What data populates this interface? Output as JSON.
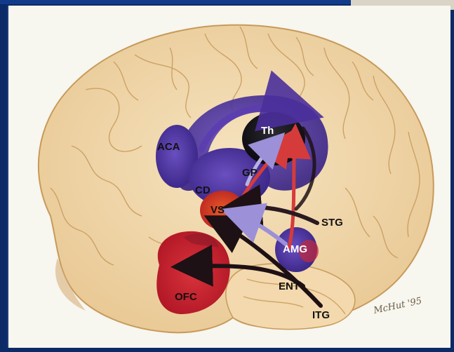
{
  "labels": {
    "aca": "ACA",
    "th": "Th",
    "gp": "GP",
    "cd": "CD",
    "vs": "VS",
    "stg": "STG",
    "amg": "AMG",
    "ent": "ENT",
    "ofc": "OFC",
    "itg": "ITG"
  },
  "signature": "McHut '95",
  "colors": {
    "background": "#0b2a66",
    "paper": "#f7f6ef",
    "brain": "#f3dcb0",
    "brain_line": "#c79a5a",
    "blue": "#4b2f9c",
    "dark": "#1a1218",
    "red": "#c8202a",
    "orange": "#d94a22"
  }
}
